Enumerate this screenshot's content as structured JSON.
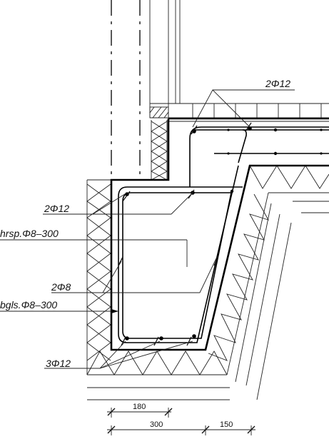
{
  "diagram": {
    "labels": {
      "top_bar": "2Φ12",
      "left_top_bar": "2Φ12",
      "horizontal_stirrup": "hrsp.Φ8–300",
      "side_bar": "2Φ8",
      "stirrup": "bgls.Φ8–300",
      "bottom_bar": "3Φ12"
    },
    "dimensions": {
      "width_inner": "180",
      "width_total": "300",
      "width_right": "150"
    }
  }
}
